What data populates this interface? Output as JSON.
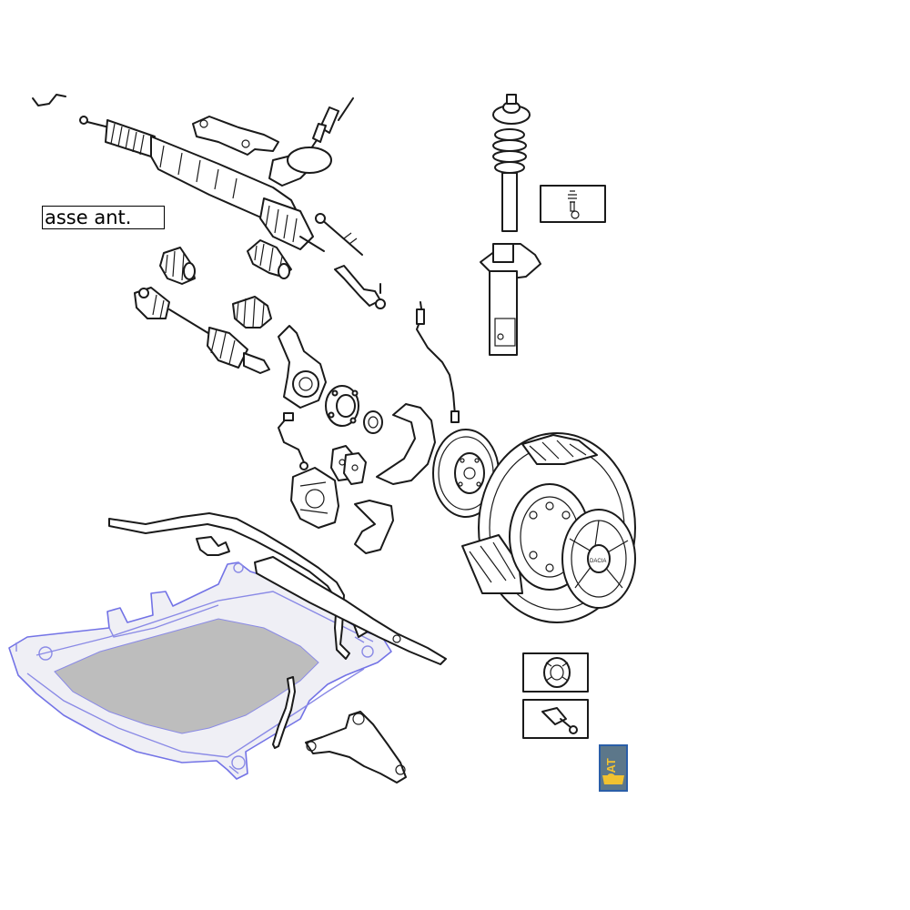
{
  "diagram": {
    "section_label": "asse ant.",
    "wheel_brand_text": "DACIA",
    "badge": {
      "text": "DAT",
      "background": "#2a5ea8",
      "accent": "#f2c230"
    },
    "highlight_color": "#7373e6",
    "highlight_fill": "#c0c0c0"
  },
  "icons": [
    "steering-rack-icon",
    "steering-column-shaft-icon",
    "rack-mount-bracket-icon",
    "tie-rod-icon",
    "tie-rod-end-icon",
    "rack-boot-icon",
    "drive-shaft-icon",
    "cv-joint-boot-icon",
    "steering-knuckle-icon",
    "wheel-hub-icon",
    "wheel-bearing-icon",
    "brake-dust-shield-icon",
    "brake-disc-icon",
    "brake-caliper-icon",
    "brake-pad-icon",
    "caliper-bracket-icon",
    "abs-sensor-cable-icon",
    "wheel-speed-sensor-icon",
    "suspension-strut-icon",
    "coil-spring-icon",
    "strut-top-mount-icon",
    "strut-spring-detail-icon",
    "tire-wheel-assembly-icon",
    "wheel-cover-icon",
    "stabilizer-bar-icon",
    "stabilizer-bushing-icon",
    "stabilizer-link-icon",
    "front-subframe-icon",
    "lower-control-arm-icon",
    "tire-detail-icon",
    "tpms-sensor-icon",
    "dat-badge-icon"
  ]
}
